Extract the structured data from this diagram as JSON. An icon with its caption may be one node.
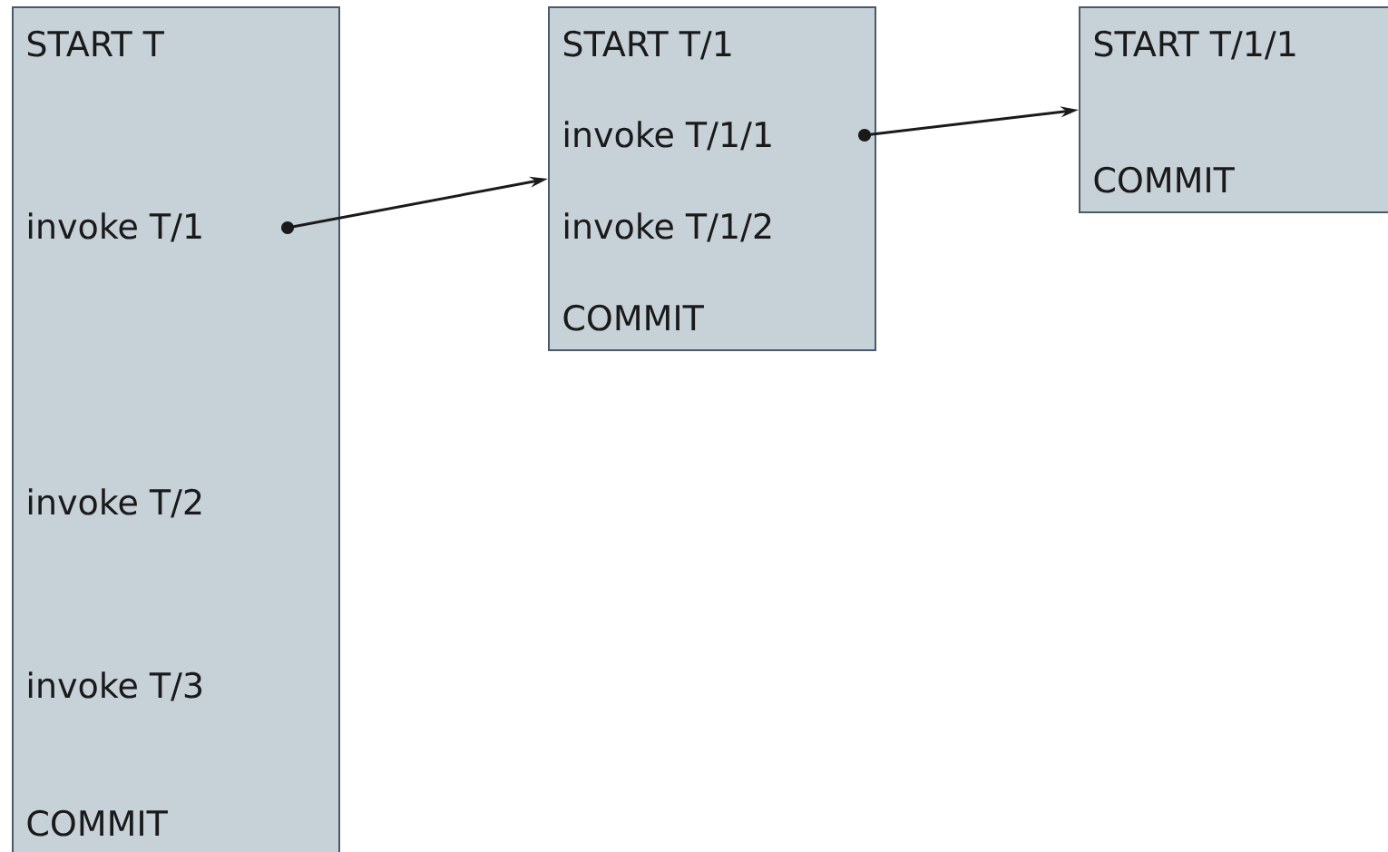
{
  "diagram": {
    "nodes": [
      {
        "text": [
          "START T",
          "invoke T/1",
          "invoke T/2",
          "invoke T/3",
          "COMMIT"
        ]
      },
      {
        "text": [
          "START T/1",
          "invoke T/1/1",
          "invoke T/1/2",
          "COMMIT"
        ]
      },
      {
        "text": [
          "START T/1/1",
          "COMMIT"
        ]
      }
    ],
    "edges": [
      {
        "from": 0,
        "to": 1,
        "arrow": "to"
      },
      {
        "from": 1,
        "to": 2,
        "arrow": "to"
      }
    ]
  }
}
